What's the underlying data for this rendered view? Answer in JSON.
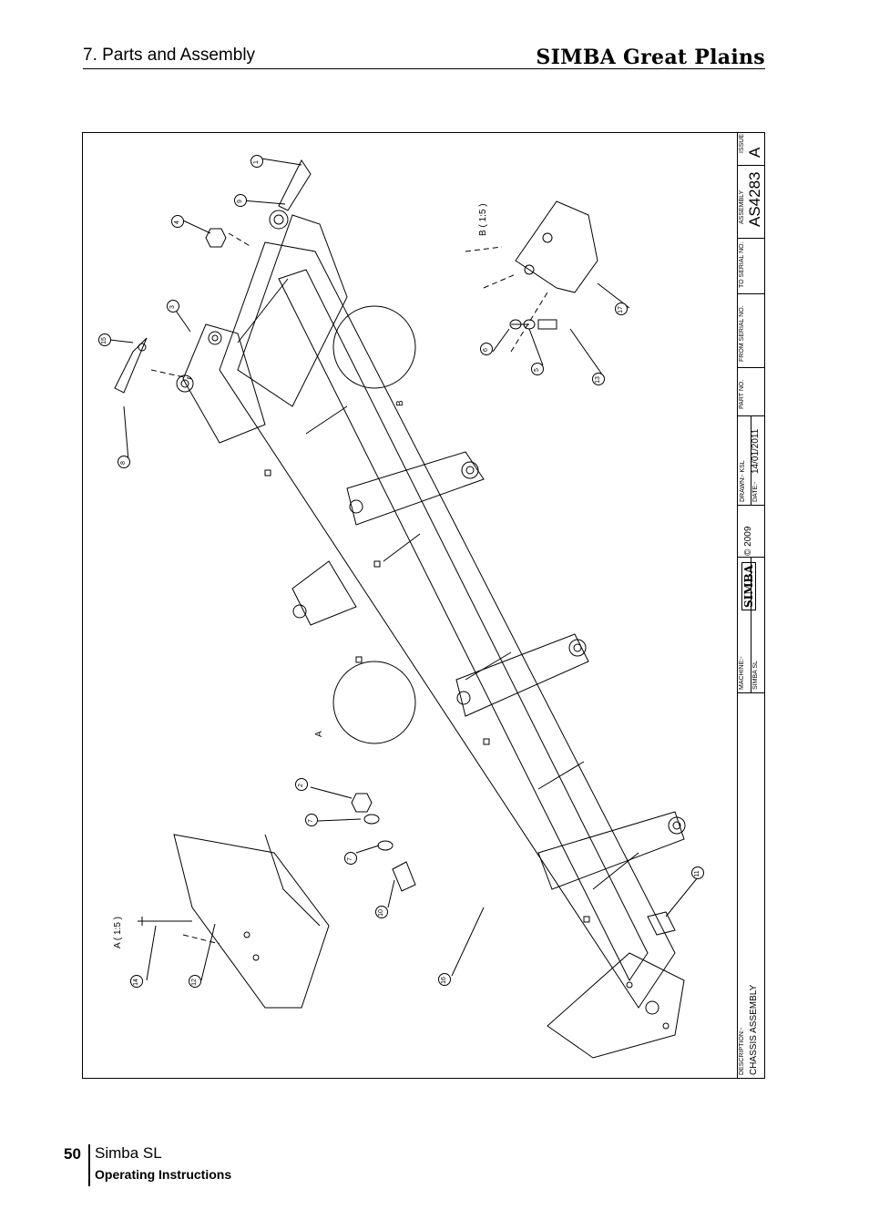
{
  "header": {
    "section_title": "7. Parts and Assembly",
    "brand": "SIMBA Great Plains"
  },
  "drawing": {
    "view_a_label": "A",
    "view_b_label": "B",
    "detail_a_label": "A ( 1:5 )",
    "detail_b_label": "B ( 1:5 )",
    "callouts": [
      "1",
      "9",
      "4",
      "3",
      "15",
      "8",
      "6",
      "5",
      "13",
      "17",
      "2",
      "7",
      "7",
      "10",
      "11",
      "14",
      "12",
      "16"
    ]
  },
  "title_block": {
    "description_label": "DESCRIPTION:-",
    "description": "CHASSIS ASSEMBLY",
    "machine_label": "MACHINE:-",
    "machine": "SIMBA SL",
    "logo_text": "SIMBA",
    "copyright": "© 2009",
    "drawn_label": "DRAWN:- KSL",
    "date_label": "DATE:-",
    "date": "14/01/2011",
    "part_no_label": "PART NO.",
    "from_serial_label": "FROM SERIAL NO.",
    "to_serial_label": "TO SERIAL NO.",
    "assembly_label": "ASSEMBLY",
    "assembly_no": "AS4283",
    "issue_label": "ISSUE",
    "issue": "A"
  },
  "footer": {
    "page_number": "50",
    "product": "Simba SL",
    "subtitle": "Operating Instructions"
  }
}
